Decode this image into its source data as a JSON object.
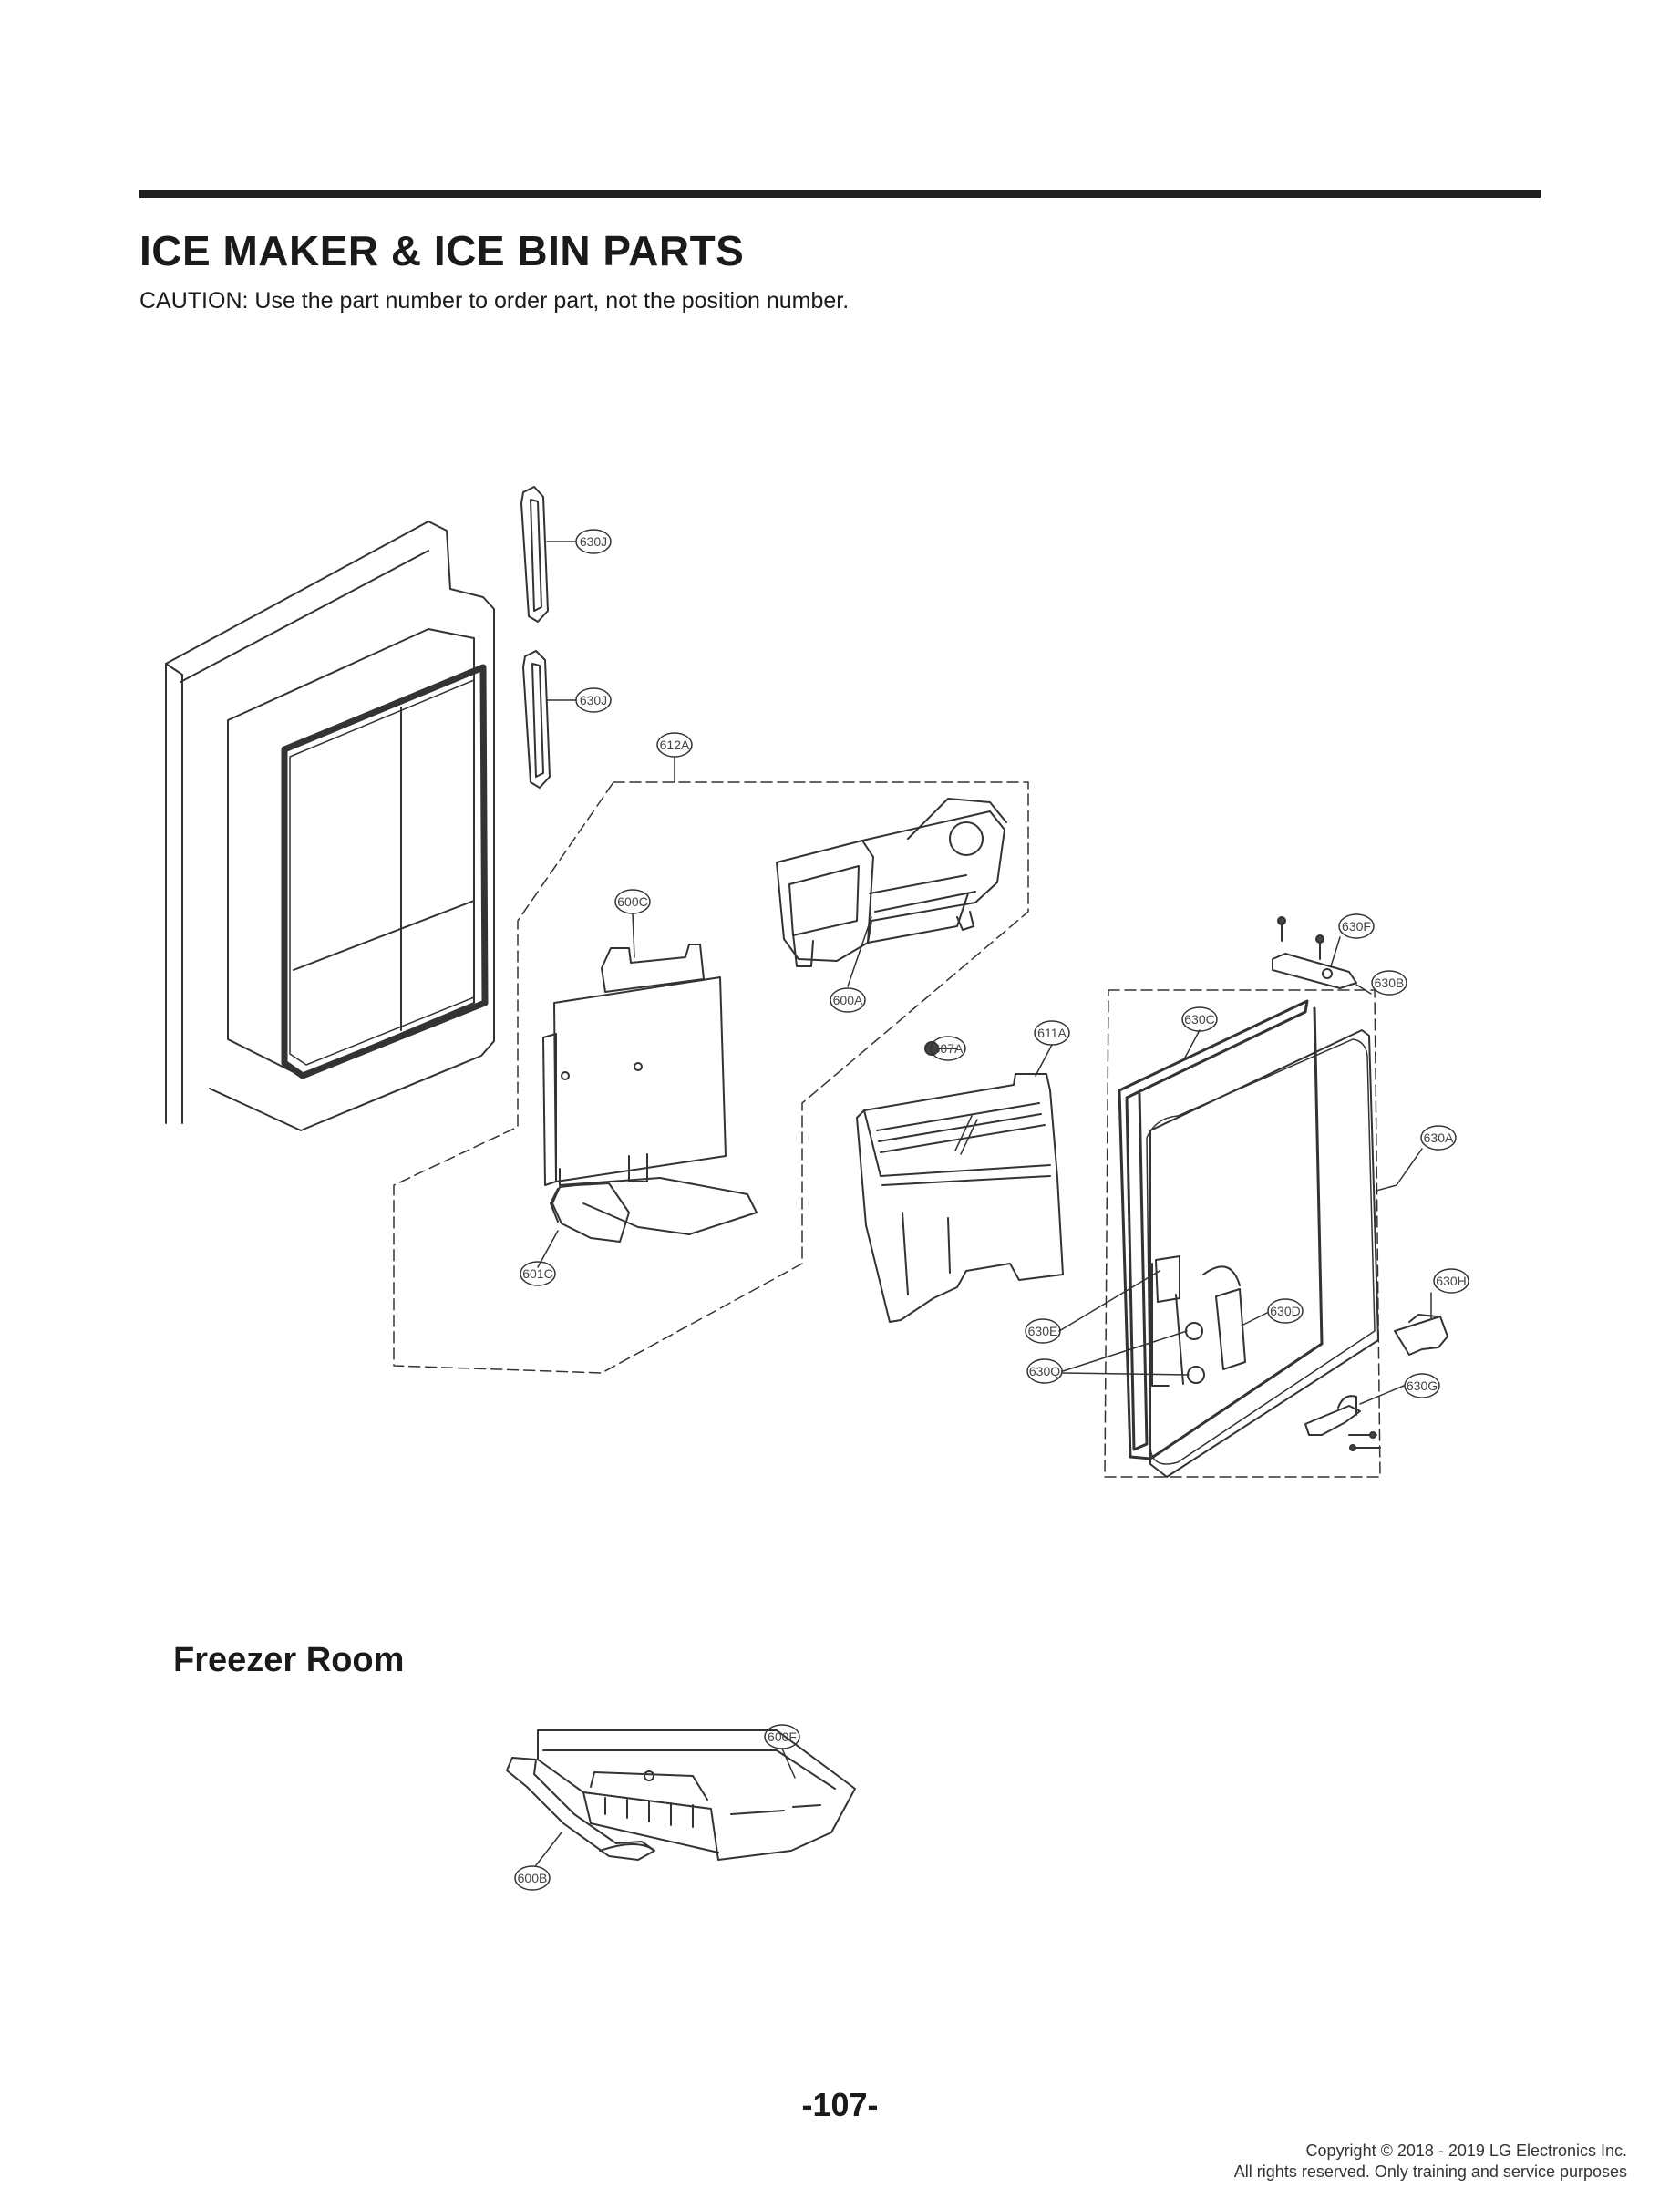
{
  "header": {
    "title": "ICE MAKER & ICE BIN PARTS",
    "caution": "CAUTION: Use the part number to order part, not the position number."
  },
  "callouts": {
    "c630J_a": "630J",
    "c630J_b": "630J",
    "c612A": "612A",
    "c600C": "600C",
    "c600A": "600A",
    "c601C": "601C",
    "c607A": "607A",
    "c611A": "611A",
    "c630F": "630F",
    "c630B": "630B",
    "c630C": "630C",
    "c630A": "630A",
    "c630H": "630H",
    "c630D": "630D",
    "c630E": "630E",
    "c630Q": "630Q",
    "c630G": "630G",
    "c600F": "600F",
    "c600B": "600B"
  },
  "section2": {
    "title": "Freezer Room"
  },
  "footer": {
    "page_number": "-107-",
    "copyright_line1": "Copyright © 2018 - 2019 LG Electronics Inc.",
    "copyright_line2": "All rights reserved. Only training and service purposes"
  }
}
